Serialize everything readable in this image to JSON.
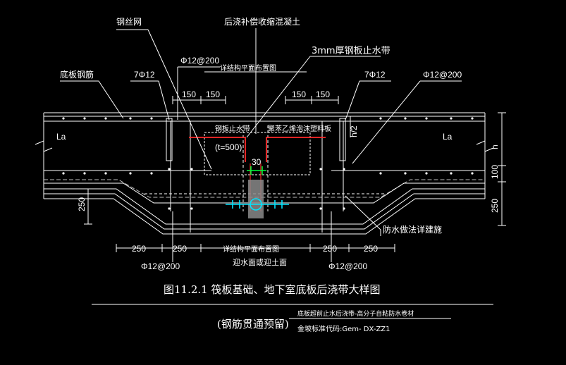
{
  "labels": {
    "gangsiwang": "钢丝网",
    "houjiao": "后浇补偿收缩混凝土",
    "steel_band": "3mm厚钢板止水带",
    "bottom_rebar": "底板钢筋",
    "bar_7phi12_left": "7Φ12",
    "bar_7phi12_right": "7Φ12",
    "bar_phi12_200_top_left": "Φ12@200",
    "bar_phi12_200_top_right": "Φ12@200",
    "struct_plan_top": "详结构平面布置图",
    "struct_plan_bottom": "详结构平面布置图",
    "steel_waterstop": "钢板止水带",
    "foam_board": "聚苯乙烯泡沫塑料板",
    "t500": "(t=500)",
    "la_left": "La",
    "la_right": "La",
    "h": "h",
    "h2": "h/2",
    "dim_150_1": "150",
    "dim_150_2": "150",
    "dim_150_3": "150",
    "dim_150_4": "150",
    "dim_30": "30",
    "dim_100_right": "100",
    "dim_250_left": "250",
    "dim_250_right": "250",
    "dim_250_b1": "250",
    "dim_250_b2": "250",
    "dim_250_b3": "250",
    "dim_250_b4": "250",
    "waterproof": "防水做法详建施",
    "water_face": "迎水面或迎土面",
    "bar_phi12_200_bot_left": "Φ12@200",
    "bar_phi12_200_bot_right": "Φ12@200",
    "fig_title": "图11.2.1  筏板基础、地下室底板后浇带大样图",
    "rebar_note": "(钢筋贯通预留)",
    "note_line1": "底板超前止水后浇带-高分子自粘防水卷材",
    "note_line2": "金坡标准代码:Gem- DX-ZZ1"
  },
  "colors": {
    "line": "#ffffff",
    "red": "#ff2a2a",
    "green": "#00ff3c",
    "cyan": "#00e5ff",
    "gray": "#8a8a8a",
    "background": "#000000"
  }
}
